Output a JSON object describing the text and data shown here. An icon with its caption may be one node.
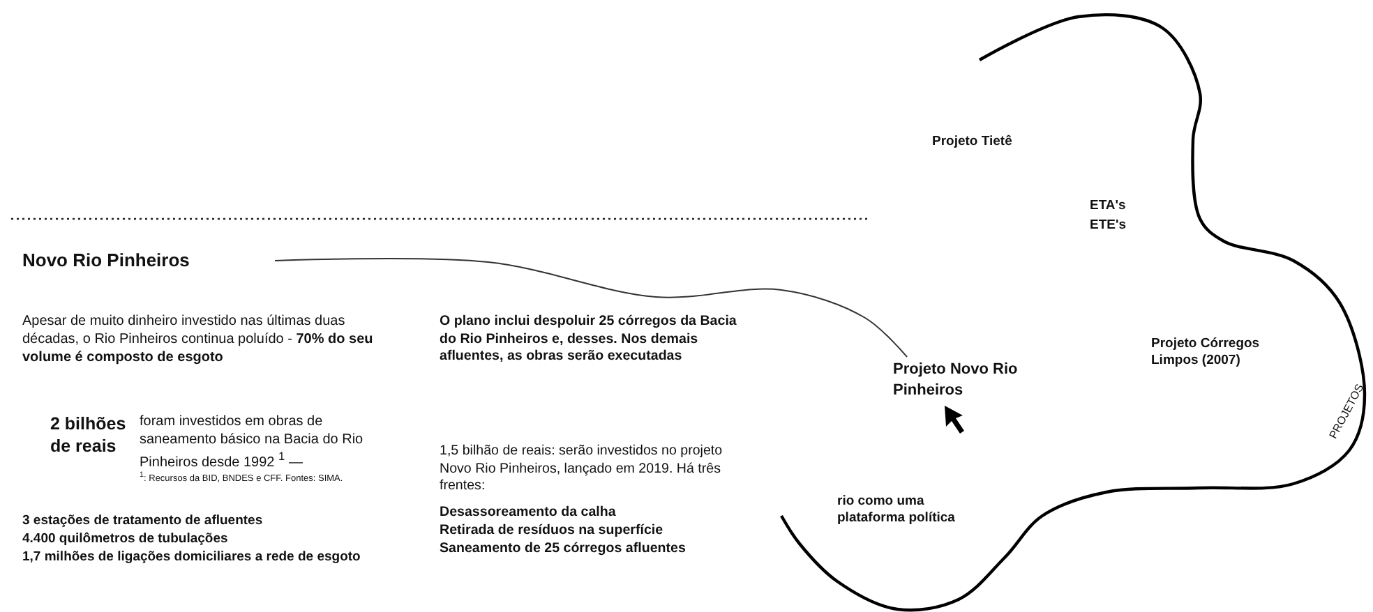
{
  "diagram": {
    "nodes": [
      {
        "text": [
          "Novo Rio Pinheiros"
        ]
      },
      {
        "text": [
          "Projeto Novo Rio Pinheiros"
        ]
      }
    ],
    "edges": [
      {
        "from": 0,
        "to": 1,
        "arrow": "none"
      }
    ],
    "labels": [
      "Apesar de muito dinheiro investido nas últimas duas décadas, o Rio Pinheiros continua poluído - **70% do seu volume é composto de esgoto**",
      "2 bilhões de reais",
      "foram investidos em obras de saneamento básico na Bacia do Rio Pinheiros desde 1992 $^{1}$ —",
      "$^{1}$: Recursos da BID, BNDES e CFF. Fontes: SIMA.",
      "3 estações de tratamento de afluentes",
      "4.400 quilômetros de tubulações",
      "1,7 milhões de ligações domiciliares a rede de esgoto",
      "O plano inclui despoluir 25 córregos da Bacia do Rio Pinheiros e, desses. Nos demais afluentes, as obras serão executadas",
      "1,5 bilhão de reais: serão investidos no projeto Novo Rio Pinheiros, lançado em 2019. Há três frentes:",
      "Desassoreamento da calha",
      "Retirada de resíduos na superfície",
      "Saneamento de 25 córregos afluentes",
      "Projeto Tietê",
      "ETA's",
      "ETE's",
      "Projeto Córregos Limpos (2007)",
      "rio como uma plataforma política",
      "PROJETOS"
    ]
  }
}
